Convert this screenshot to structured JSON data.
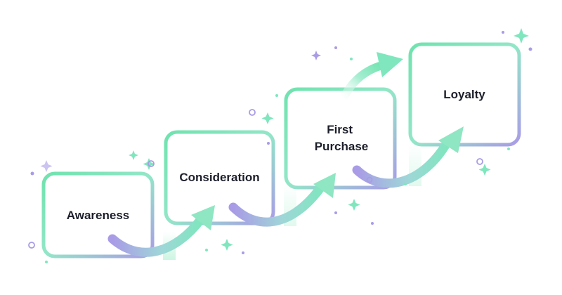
{
  "colors": {
    "green": "#6FE3AE",
    "purple": "#A99BE6",
    "text": "#1C1F2A",
    "background": "#FFFFFF"
  },
  "steps": [
    {
      "id": "awareness",
      "label_lines": [
        "Awareness"
      ]
    },
    {
      "id": "consideration",
      "label_lines": [
        "Consideration"
      ]
    },
    {
      "id": "first-purchase",
      "label_lines": [
        "First",
        "Purchase"
      ]
    },
    {
      "id": "loyalty",
      "label_lines": [
        "Loyalty"
      ]
    }
  ],
  "decorations": {
    "sparkle_icon": "four-point-sparkle",
    "ring_icon": "small-ring",
    "dot_icon": "small-dot"
  }
}
